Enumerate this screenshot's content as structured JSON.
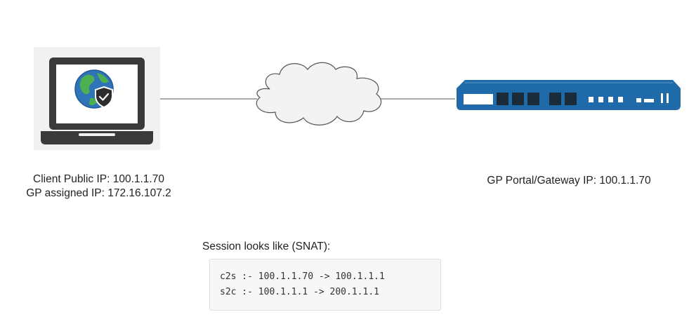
{
  "client": {
    "public_ip_text": "Client Public IP: 100.1.1.70",
    "assigned_ip_text": "GP assigned IP: 172.16.107.2"
  },
  "gateway": {
    "ip_text": "GP Portal/Gateway IP: 100.1.1.70"
  },
  "session": {
    "title": "Session looks like (SNAT):",
    "lines": [
      "c2s :- 100.1.1.70 -> 100.1.1.1",
      "s2c :- 100.1.1.1 -> 200.1.1.1"
    ]
  },
  "icons": {
    "client": "laptop-with-globe-shield-icon",
    "network": "cloud-icon",
    "gateway": "firewall-appliance-icon"
  },
  "colors": {
    "laptop": "#3a3a3a",
    "globe_blue": "#2f73b8",
    "globe_land": "#4caf50",
    "cloud_stroke": "#555555",
    "appliance_blue": "#1f6aa8",
    "appliance_port": "#1b2b3a"
  }
}
